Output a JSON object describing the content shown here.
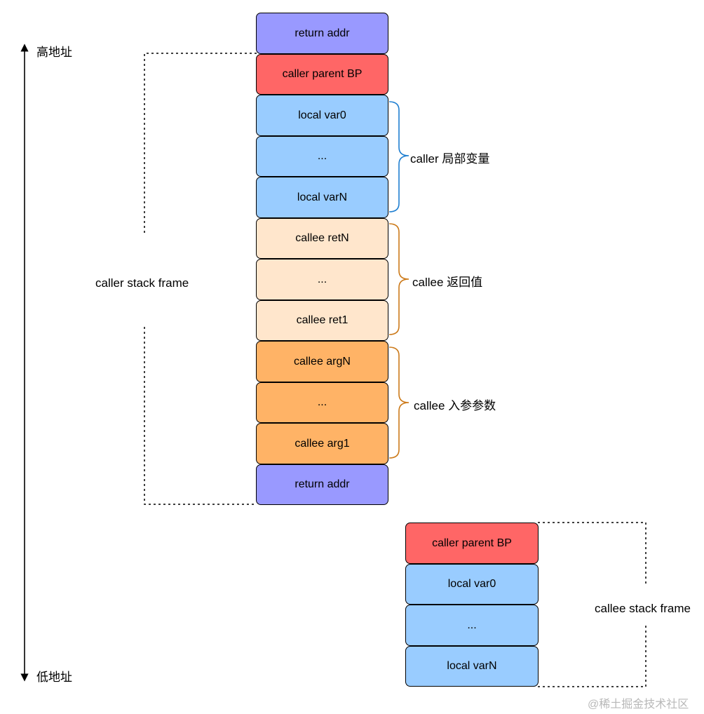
{
  "axis": {
    "top_label": "高地址",
    "bottom_label": "低地址"
  },
  "caller_stack": [
    {
      "text": "return addr",
      "color": "#9999ff"
    },
    {
      "text": "caller parent BP",
      "color": "#ff6666"
    },
    {
      "text": "local var0",
      "color": "#99ccff"
    },
    {
      "text": "...",
      "color": "#99ccff"
    },
    {
      "text": "local varN",
      "color": "#99ccff"
    },
    {
      "text": "callee retN",
      "color": "#ffe6cc"
    },
    {
      "text": "...",
      "color": "#ffe6cc"
    },
    {
      "text": "callee ret1",
      "color": "#ffe6cc"
    },
    {
      "text": "callee argN",
      "color": "#ffb366"
    },
    {
      "text": "...",
      "color": "#ffb366"
    },
    {
      "text": "callee arg1",
      "color": "#ffb366"
    },
    {
      "text": "return addr",
      "color": "#9999ff"
    }
  ],
  "callee_stack": [
    {
      "text": "caller parent BP",
      "color": "#ff6666"
    },
    {
      "text": "local var0",
      "color": "#99ccff"
    },
    {
      "text": "...",
      "color": "#99ccff"
    },
    {
      "text": "local varN",
      "color": "#99ccff"
    }
  ],
  "groups": {
    "locals": {
      "text": "caller 局部变量",
      "color": "#1f7fd1"
    },
    "returns": {
      "text": "callee 返回值",
      "color": "#cc7a1a"
    },
    "args": {
      "text": "callee 入参参数",
      "color": "#cc7a1a"
    }
  },
  "frames": {
    "caller": "caller stack frame",
    "callee": "callee stack frame"
  },
  "watermark": "@稀土掘金技术社区"
}
